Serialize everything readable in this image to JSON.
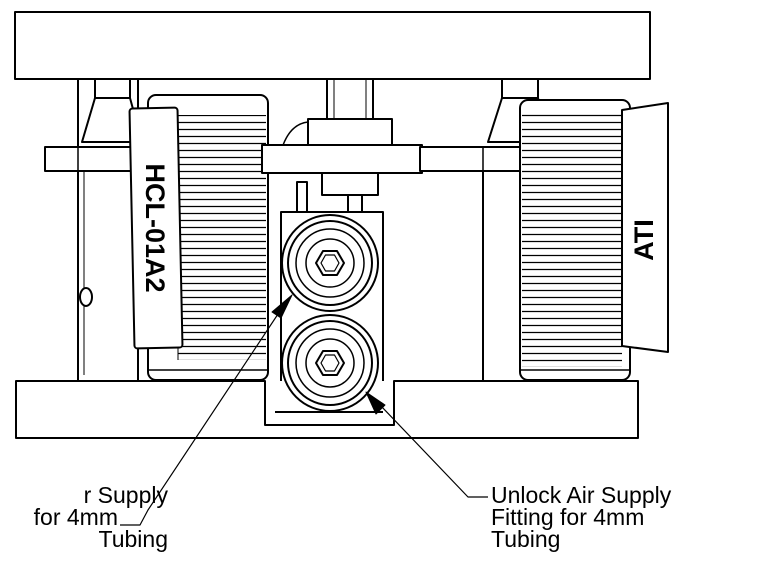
{
  "labels": {
    "left_part_number": "HCL-01A2",
    "right_brand": "ATI"
  },
  "callouts": {
    "lock": {
      "line1": "r Supply",
      "line2": "for 4mm",
      "line3": "Tubing"
    },
    "unlock": {
      "line1": "Unlock Air Supply",
      "line2": "Fitting for 4mm",
      "line3": "Tubing"
    }
  }
}
